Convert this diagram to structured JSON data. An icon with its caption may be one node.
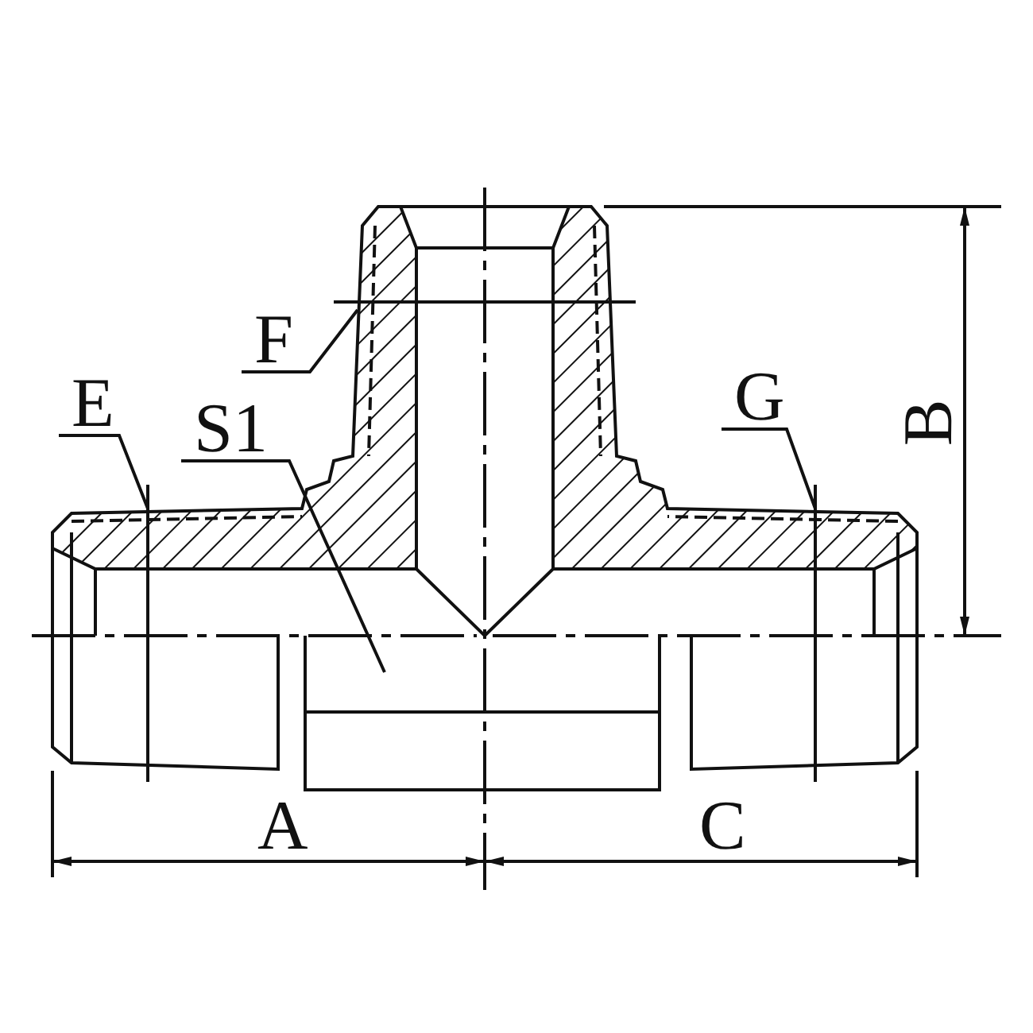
{
  "diagram": {
    "nodes": [
      {
        "text": [
          "F"
        ]
      },
      {
        "text": [
          "E"
        ]
      },
      {
        "text": [
          "S1"
        ]
      },
      {
        "text": [
          "G"
        ]
      }
    ],
    "edges": [
      {
        "from": 0,
        "to": null,
        "arrow": "none"
      },
      {
        "from": 1,
        "to": null,
        "arrow": "none"
      },
      {
        "from": 2,
        "to": null,
        "arrow": "none"
      },
      {
        "from": 3,
        "to": null,
        "arrow": "none"
      }
    ],
    "labels": [
      "B",
      "A",
      "C"
    ]
  }
}
